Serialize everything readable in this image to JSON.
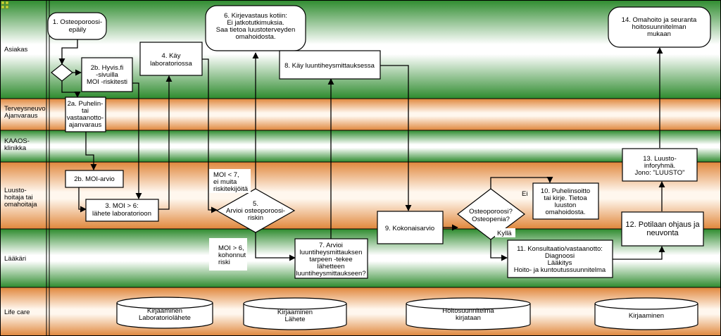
{
  "lanes": [
    {
      "id": "asiakas",
      "label": [
        "Asiakas"
      ],
      "color": "green"
    },
    {
      "id": "terveysneuvo",
      "label": [
        "Terveysneuvo",
        "Ajanvaraus"
      ],
      "color": "orange"
    },
    {
      "id": "kaaos",
      "label": [
        "KAAOS-",
        "klinikka"
      ],
      "color": "green"
    },
    {
      "id": "luustohoitaja",
      "label": [
        "Luusto-",
        "hoitaja tai",
        "omahoitaja"
      ],
      "color": "orange"
    },
    {
      "id": "laakari",
      "label": [
        "Lääkäri"
      ],
      "color": "green"
    },
    {
      "id": "lifecare",
      "label": [
        "Life care"
      ],
      "color": "orange"
    }
  ],
  "nodes": {
    "n1": [
      "1. Osteoporoosi-",
      "epäily"
    ],
    "n2b_hyvis": [
      "2b. Hyvis.fi",
      "-sivuilla",
      "MOI -riskitesti"
    ],
    "n4": [
      "4. Käy",
      "laboratoriossa"
    ],
    "n6": [
      "6. Kirjevastaus kotiin:",
      "Ei jatkotutkimuksia.",
      "Saa tietoa luustoterveyden",
      "omahoidosta."
    ],
    "n8": [
      "8. Käy luuntiheysmittauksessa"
    ],
    "n14": [
      "14. Omahoito ja seuranta",
      "hoitosuunnitelman",
      "mukaan"
    ],
    "n2a": [
      "2a. Puhelin-",
      "tai",
      "vastaanotto-",
      "ajanvaraus"
    ],
    "n2b_moi": [
      "2b. MOI-arvio"
    ],
    "n3": [
      "3. MOI > 6:",
      "lähete laboratorioon"
    ],
    "n5": [
      "5.",
      "Arvioi osteoporoosi-",
      "riskin"
    ],
    "n9": [
      "9. Kokonaisarvio"
    ],
    "n_osteo": [
      "Osteoporoosi?",
      "Osteopenia?"
    ],
    "n10": [
      "10. Puhelinsoitto",
      "tai kirje. Tietoa",
      "luuston",
      "omahoidosta."
    ],
    "n13": [
      "13. Luusto-",
      "inforyhmä.",
      "Jono: \"LUUSTO\""
    ],
    "n12": [
      "12. Potilaan ohjaus ja",
      "neuvonta"
    ],
    "n7": [
      "7. Arvioi",
      "luuntiheysmittauksen",
      "tarpeen -tekee",
      "lähetteen",
      "luuntiheysmittaukseen?"
    ],
    "n11": [
      "11. Konsultaatio/vastaanotto:",
      "Diagnoosi",
      "Lääkitys",
      "Hoito- ja kuntoutussuunnitelma"
    ]
  },
  "labels": {
    "moi_low": [
      "MOI < 7,",
      "ei muita",
      "riskitekijöitä"
    ],
    "moi_high": [
      "MOI > 6,",
      "kohonnut",
      "riski"
    ],
    "ei": [
      "Ei"
    ],
    "kylla": [
      "Kyllä"
    ]
  },
  "databases": {
    "db1": [
      "Kirjaaminen",
      "Laboratoriolähete"
    ],
    "db2": [
      "Kirjaaminen",
      "Lähete"
    ],
    "db3": [
      "Hoitosuunnitelma",
      "kirjataan"
    ],
    "db4": [
      "Kirjaaminen"
    ]
  },
  "colors": {
    "green_dark": "#2e8b2e",
    "green_light": "#ffffff",
    "orange_dark": "#e0873c",
    "orange_light": "#fff7ee",
    "corner_marker": "#c8d83a"
  }
}
